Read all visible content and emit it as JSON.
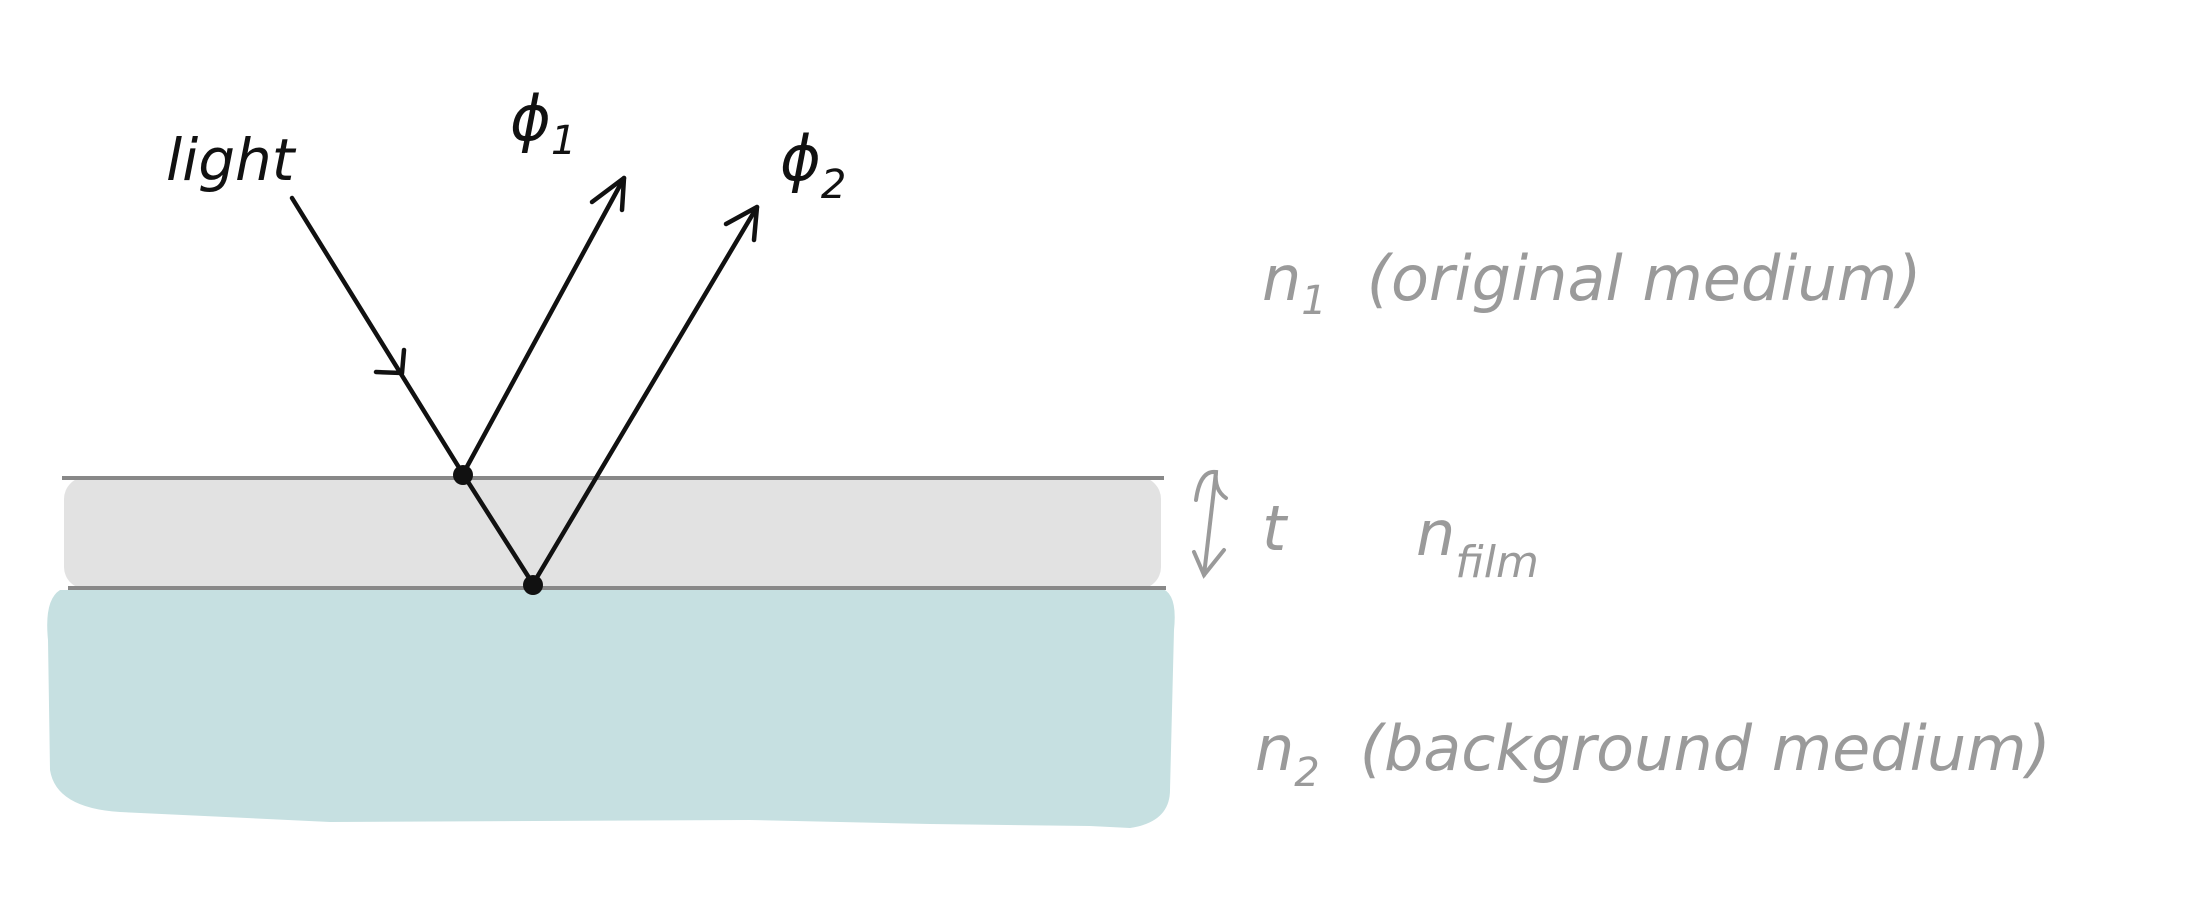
{
  "diagram": {
    "title": "Thin film interference",
    "labels": {
      "light": "light",
      "phi1": {
        "symbol": "ϕ",
        "sub": "1"
      },
      "phi2": {
        "symbol": "ϕ",
        "sub": "2"
      },
      "thickness": "t",
      "n1": {
        "symbol": "n",
        "sub": "1",
        "desc": "(original medium)"
      },
      "nfilm": {
        "symbol": "n",
        "sub": "film"
      },
      "n2": {
        "symbol": "n",
        "sub": "2",
        "desc": "(background medium)"
      }
    },
    "colors": {
      "ink": "#111111",
      "annotation": "#9a9a9a",
      "film": "#e2e2e2",
      "film_edge": "#888888",
      "background_medium": "#c6e0e1"
    }
  }
}
